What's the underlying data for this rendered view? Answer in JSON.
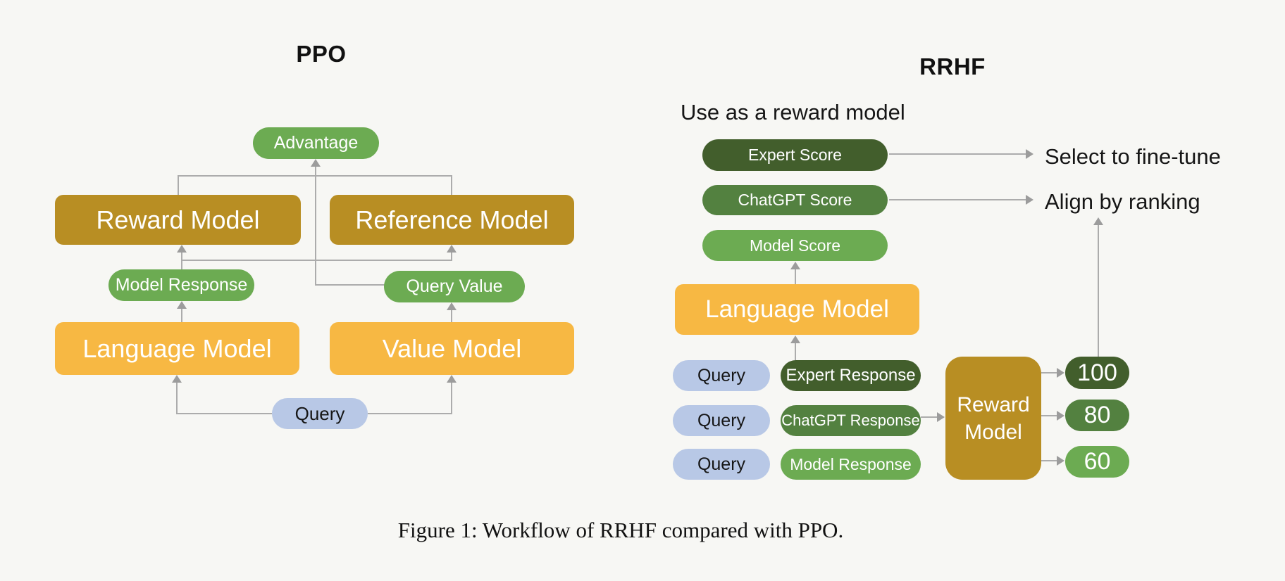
{
  "ppo": {
    "title": "PPO",
    "advantage": "Advantage",
    "reward_model": "Reward Model",
    "reference_model": "Reference Model",
    "model_response": "Model Response",
    "query_value": "Query Value",
    "language_model": "Language Model",
    "value_model": "Value Model",
    "query": "Query"
  },
  "rrhf": {
    "title": "RRHF",
    "use_as_reward_label": "Use as a reward model",
    "expert_score": "Expert Score",
    "chatgpt_score": "ChatGPT Score",
    "model_score": "Model Score",
    "select_finetune_label": "Select to fine-tune",
    "align_ranking_label": "Align by ranking",
    "language_model": "Language Model",
    "reward_model_line1": "Reward",
    "reward_model_line2": "Model",
    "rows": [
      {
        "query": "Query",
        "response": "Expert Response",
        "score": "100"
      },
      {
        "query": "Query",
        "response": "ChatGPT Response",
        "score": "80"
      },
      {
        "query": "Query",
        "response": "Model Response",
        "score": "60"
      }
    ]
  },
  "caption": "Figure 1: Workflow of RRHF compared with PPO.",
  "colors": {
    "background": "#f7f7f4",
    "gold": "#b88e23",
    "yellow": "#f7b843",
    "green_light": "#6cab52",
    "green_mid": "#538140",
    "green_dark": "#425e2c",
    "blue": "#b8c8e6",
    "connector_gray": "#acacac",
    "white_text": "#ffffff",
    "black_text": "#161616"
  }
}
